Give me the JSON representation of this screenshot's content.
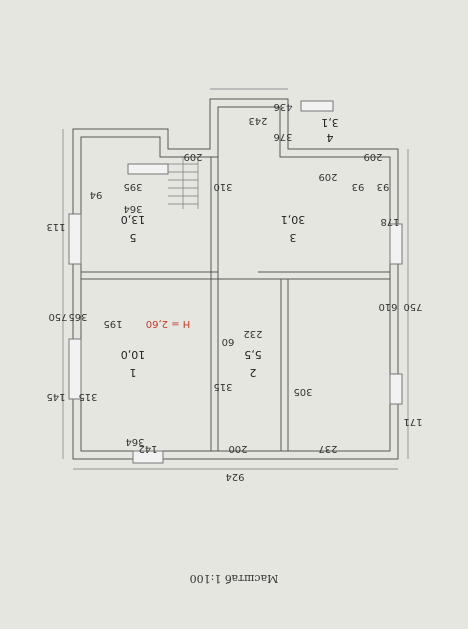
{
  "caption": "Масштаб 1:100",
  "height_label": "H = 2,60",
  "rooms": [
    {
      "num": "1",
      "area": "10,0"
    },
    {
      "num": "2",
      "area": "5,5"
    },
    {
      "num": "3",
      "area": "30,1"
    },
    {
      "num": "4",
      "area": "3,1"
    },
    {
      "num": "5",
      "area": "13,0"
    }
  ],
  "dimensions": {
    "top_total": "436",
    "top_inner": "243",
    "stair_width": "376",
    "stair_depth": "209",
    "tower_left_height": "209",
    "tower_right_height": "209",
    "notch_right_top": "93",
    "notch_right_inner": "93",
    "upper_left_outer": "395",
    "upper_left_mark": "94",
    "room5_width": "364",
    "corridor_wall": "310",
    "room5_height": "365",
    "left_window_upper": "113",
    "left_side_total": "750",
    "left_window_lower": "145",
    "room1_height": "315",
    "mid_wall_left": "195",
    "mid_wall_right": "232",
    "mid_small": "60",
    "room2_height": "315",
    "room3_partition": "305",
    "right_window_upper": "178",
    "right_inner_height": "610",
    "right_side_total": "750",
    "right_window_lower": "171",
    "bottom_window_left": "364",
    "bottom_left": "142",
    "bottom_mid": "200",
    "bottom_right": "237",
    "bottom_total": "924"
  }
}
